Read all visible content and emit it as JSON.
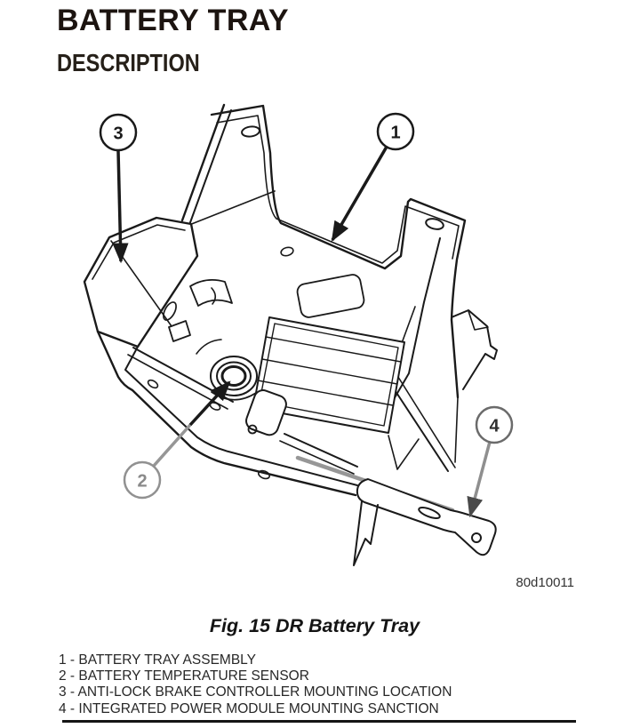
{
  "document": {
    "title": "BATTERY TRAY",
    "section_heading": "DESCRIPTION"
  },
  "figure": {
    "caption": "Fig. 15 DR Battery Tray",
    "drawing_number": "80d10011",
    "callout_numbers": [
      "1",
      "2",
      "3",
      "4"
    ],
    "legend": [
      "1 - BATTERY TRAY ASSEMBLY",
      "2 - BATTERY TEMPERATURE SENSOR",
      "3 - ANTI-LOCK BRAKE CONTROLLER MOUNTING LOCATION",
      "4 - INTEGRATED POWER MODULE MOUNTING SANCTION"
    ]
  },
  "colors": {
    "ink": "#1a1a1a",
    "callout_gray": "#8f8f8f",
    "page_background": "#ffffff"
  }
}
